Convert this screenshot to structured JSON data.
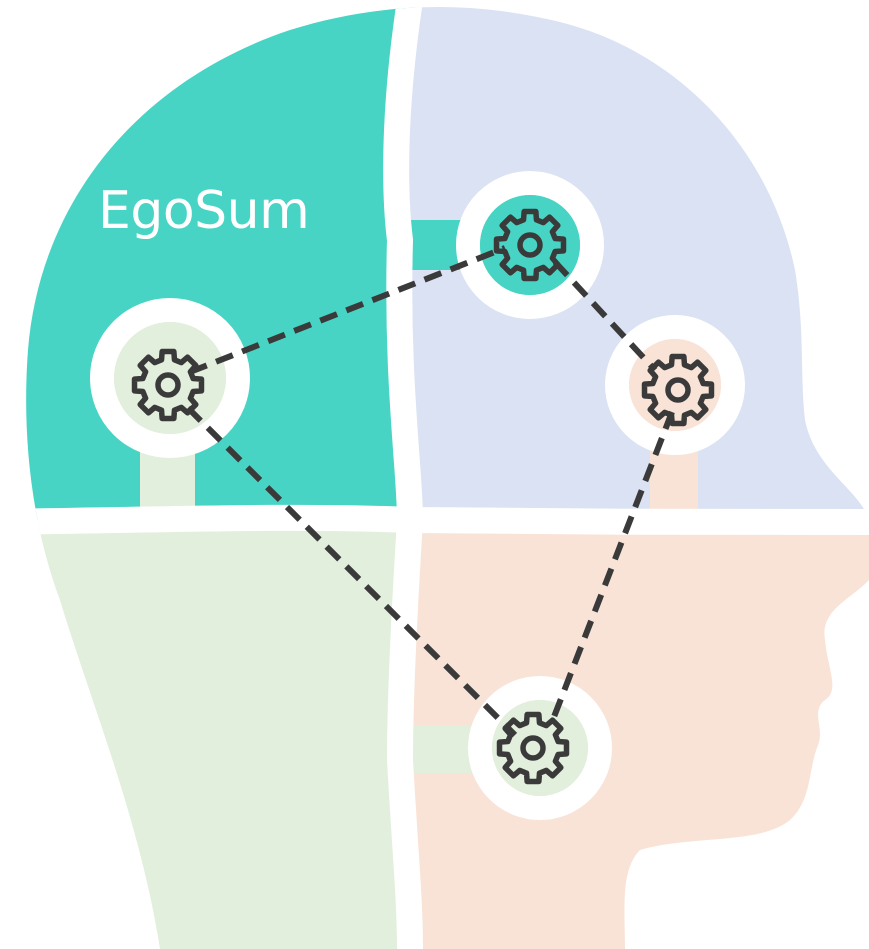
{
  "logo": {
    "text": "EgoSum"
  },
  "colors": {
    "teal": "#48d4c4",
    "blue": "#dae2f3",
    "green": "#e2efdc",
    "peach": "#f9e3d7",
    "gap": "#ffffff",
    "line": "#3a3a3a"
  },
  "nodes": [
    {
      "id": "top",
      "icon": "gear-icon"
    },
    {
      "id": "left",
      "icon": "gear-icon"
    },
    {
      "id": "right",
      "icon": "gear-icon"
    },
    {
      "id": "bottom",
      "icon": "gear-icon"
    }
  ],
  "connections": [
    [
      "left",
      "top"
    ],
    [
      "top",
      "right"
    ],
    [
      "left",
      "bottom"
    ],
    [
      "right",
      "bottom"
    ]
  ]
}
